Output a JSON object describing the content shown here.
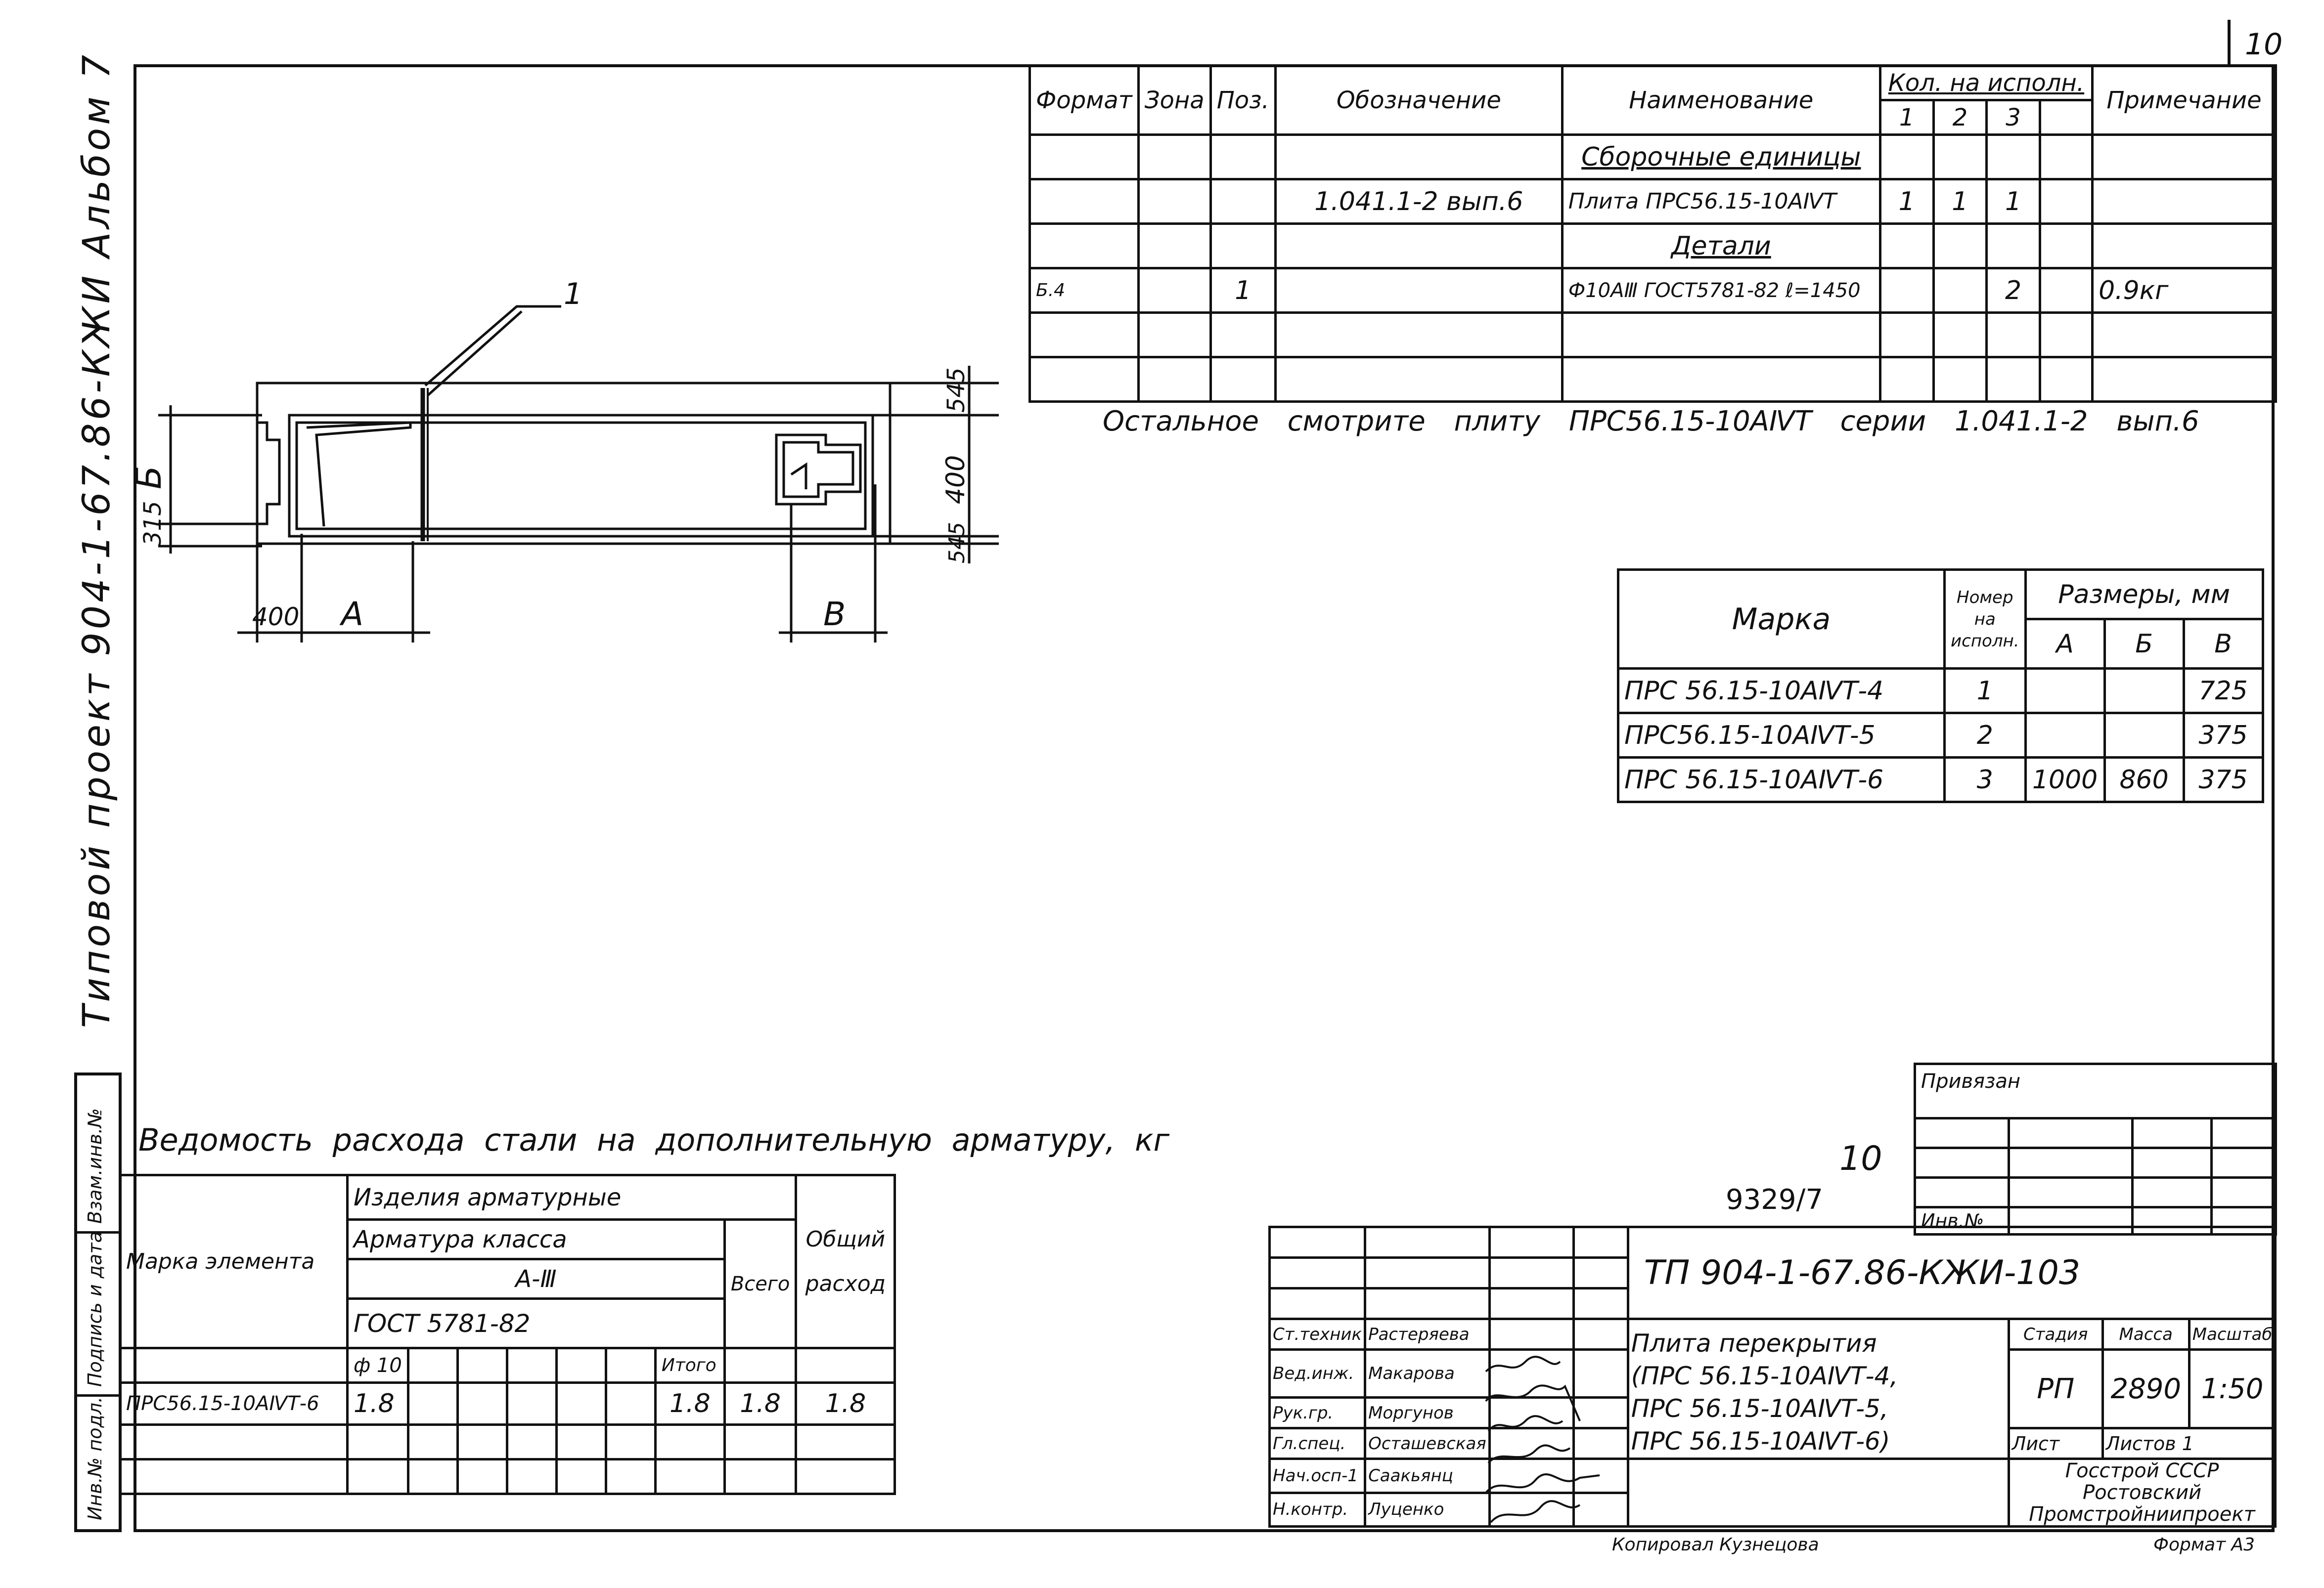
{
  "page_number": "10",
  "left_title": "Типовой проект 904-1-67.86-КЖИ Альбом 7",
  "sidebar": {
    "labels": [
      "Взам.инв.№",
      "Подпись и дата",
      "Инв.№ подл."
    ]
  },
  "spec_table": {
    "headers": {
      "format": "Формат",
      "zone": "Зона",
      "pos": "Поз.",
      "designation": "Обозначение",
      "name": "Наименование",
      "qty": "Кол. на исполн.",
      "q1": "1",
      "q2": "2",
      "q3": "3",
      "note": "Примечание"
    },
    "rows": [
      {
        "format": "",
        "zone": "",
        "pos": "",
        "designation": "",
        "name": "Сборочные единицы",
        "q1": "",
        "q2": "",
        "q3": "",
        "note": ""
      },
      {
        "format": "",
        "zone": "",
        "pos": "",
        "designation": "1.041.1-2 вып.6",
        "name": "Плита ПРС56.15-10АⅣТ",
        "q1": "1",
        "q2": "1",
        "q3": "1",
        "note": ""
      },
      {
        "format": "",
        "zone": "",
        "pos": "",
        "designation": "",
        "name": "Детали",
        "q1": "",
        "q2": "",
        "q3": "",
        "note": ""
      },
      {
        "format": "Б.4",
        "zone": "",
        "pos": "1",
        "designation": "",
        "name": "Ф10АⅢ ГОСТ5781-82 ℓ=1450",
        "q1": "",
        "q2": "",
        "q3": "2",
        "note": "0.9кг"
      },
      {
        "format": "",
        "zone": "",
        "pos": "",
        "designation": "",
        "name": "",
        "q1": "",
        "q2": "",
        "q3": "",
        "note": ""
      },
      {
        "format": "",
        "zone": "",
        "pos": "",
        "designation": "",
        "name": "",
        "q1": "",
        "q2": "",
        "q3": "",
        "note": ""
      }
    ]
  },
  "remark": "Остальное смотрите плиту ПРС56.15-10АⅣТ серии 1.041.1-2 вып.6",
  "drawing": {
    "callout": "1",
    "dim_b_left": "Б",
    "dim_315": "315",
    "dim_400_bottom": "400",
    "dim_a": "А",
    "dim_v": "В",
    "dim_545_top": "545",
    "dim_400_right": "400",
    "dim_545_bottom": "545"
  },
  "sizes_table": {
    "headers": {
      "mark": "Марка",
      "num": "Номер на исполн.",
      "sizes": "Размеры, мм",
      "a": "А",
      "b": "Б",
      "v": "В"
    },
    "rows": [
      {
        "mark": "ПРС 56.15-10АⅣТ-4",
        "num": "1",
        "a": "",
        "b": "",
        "v": "725"
      },
      {
        "mark": "ПРС56.15-10АⅣТ-5",
        "num": "2",
        "a": "",
        "b": "",
        "v": "375"
      },
      {
        "mark": "ПРС 56.15-10АⅣТ-6",
        "num": "3",
        "a": "1000",
        "b": "860",
        "v": "375"
      }
    ]
  },
  "steel_title": "Ведомость расхода стали на дополнительную арматуру, кг",
  "steel_table": {
    "h_products": "Изделия арматурные",
    "h_class": "Арматура класса",
    "h_a3": "А-Ⅲ",
    "h_gost": "ГОСТ 5781-82",
    "h_d10": "ф 10",
    "h_itogo": "Итого",
    "h_vsego": "Всего",
    "h_total": "Общий расход",
    "h_mark": "Марка элемента",
    "row_mark": "ПРС56.15-10АⅣТ-6",
    "row_d10": "1.8",
    "row_itogo": "1.8",
    "row_vsego": "1.8",
    "row_total": "1.8"
  },
  "stamp": {
    "privyazan": "Привязан",
    "inv": "Инв.№",
    "num_10": "10",
    "num_9329": "9329/7",
    "doc_code": "ТП 904-1-67.86-КЖИ-103",
    "title_lines": [
      "Плита перекрытия",
      "(ПРС 56.15-10АⅣТ-4,",
      "ПРС 56.15-10АⅣТ-5,",
      "ПРС 56.15-10АⅣТ-6)"
    ],
    "stage_h": "Стадия",
    "mass_h": "Масса",
    "scale_h": "Масштаб",
    "stage": "РП",
    "mass": "2890",
    "scale": "1:50",
    "sheet_h": "Лист",
    "sheets_h": "Листов 1",
    "org": [
      "Госстрой СССР",
      "Ростовский",
      "Промстройниипроект"
    ],
    "signers": [
      {
        "role": "Ст.техник",
        "name": "Растеряева"
      },
      {
        "role": "Вед.инж.",
        "name": "Макарова"
      },
      {
        "role": "Рук.гр.",
        "name": "Моргунов"
      },
      {
        "role": "Гл.спец.",
        "name": "Осташевская"
      },
      {
        "role": "Нач.осп-1",
        "name": "Саакьянц"
      },
      {
        "role": "Н.контр.",
        "name": "Луценко"
      }
    ]
  },
  "copied": "Копировал Кузнецова",
  "format": "Формат А3"
}
